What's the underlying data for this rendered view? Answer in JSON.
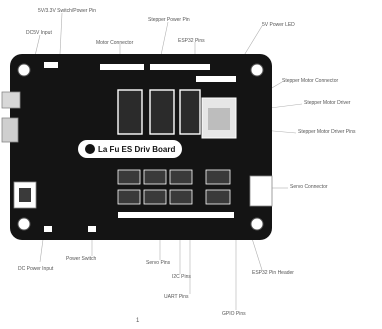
{
  "board": {
    "logo_text": "La Fu ES Driv Board",
    "pcb_color": "#141414",
    "silk_color": "#e8e8e8",
    "header_color": "#ffffff",
    "chip_color": "#3a3a3a"
  },
  "callouts": {
    "top_left_1": "5V/3.3V Switch/Power Pin",
    "top_left_2": "DC5V Input",
    "top_mid_1": "Stepper Power Pin",
    "top_mid_2": "Motor Connector",
    "top_mid_3": "ESP32 Pins",
    "top_right": "5V Power LED",
    "right_1": "Stepper Motor Connector",
    "right_2": "Stepper Motor Driver",
    "right_3": "Stepper Motor Driver Pins",
    "right_4": "Servo Connector",
    "bottom_left_1": "Power Switch",
    "bottom_left_2": "DC Power Input",
    "bottom_mid_1": "Servo Pins",
    "bottom_mid_2": "I2C Pins",
    "bottom_mid_3": "UART Pins",
    "bottom_mid_4": "GPIO Pins",
    "bottom_right": "ESP32 Pin Header",
    "page_marker": "1"
  }
}
